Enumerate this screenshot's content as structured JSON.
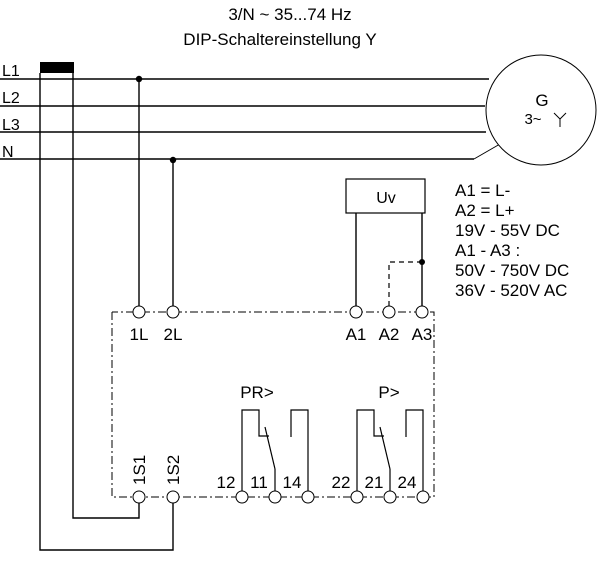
{
  "title": {
    "line1": "3/N ~ 35...74 Hz",
    "line2": "DIP-Schaltereinstellung Y"
  },
  "bus_lines": [
    "L1",
    "L2",
    "L3",
    "N"
  ],
  "generator": {
    "label": "G",
    "sub_label": "3~",
    "symbol": "star-connection-icon"
  },
  "supply_box": {
    "label": "Uv"
  },
  "supply_notes": [
    "A1 = L-",
    "A2 = L+",
    "19V - 55V DC",
    "A1 - A3 :",
    "50V - 750V DC",
    "36V - 520V AC"
  ],
  "terminals_top": [
    "1L",
    "2L",
    "A1",
    "A2",
    "A3"
  ],
  "relays": [
    {
      "label": "PR>",
      "terminals": [
        "12",
        "11",
        "14"
      ]
    },
    {
      "label": "P>",
      "terminals": [
        "22",
        "21",
        "24"
      ]
    }
  ],
  "terminals_current": [
    "1S1",
    "1S2"
  ],
  "colors": {
    "line": "#000000",
    "background": "#ffffff"
  }
}
